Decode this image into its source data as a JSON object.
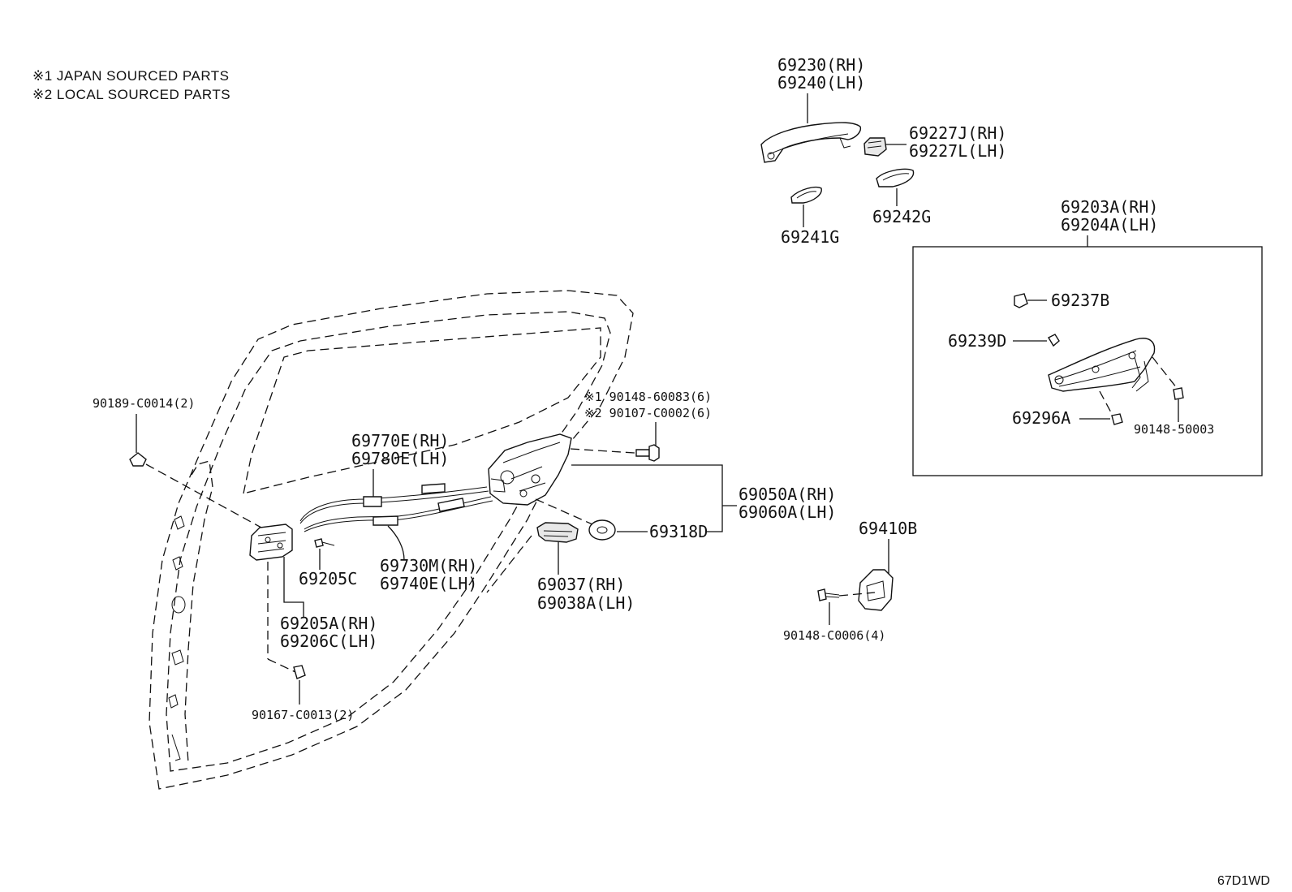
{
  "notes": {
    "note1": "※1 JAPAN SOURCED PARTS",
    "note2": "※2 LOCAL SOURCED PARTS"
  },
  "labels": {
    "p69230": "69230(RH)",
    "p69240": "69240(LH)",
    "p69227J": "69227J(RH)",
    "p69227L": "69227L(LH)",
    "p69241G": "69241G",
    "p69242G": "69242G",
    "p69203A": "69203A(RH)",
    "p69204A": "69204A(LH)",
    "p69237B": "69237B",
    "p69239D": "69239D",
    "p69296A": "69296A",
    "p9014850003": "90148-50003",
    "p90189": "90189-C0014(2)",
    "p9014860083": "※1 90148-60083(6)",
    "p90107": "※2 90107-C0002(6)",
    "p69770E": "69770E(RH)",
    "p69780E": "69780E(LH)",
    "p69050A": "69050A(RH)",
    "p69060A": "69060A(LH)",
    "p69318D": "69318D",
    "p69410B": "69410B",
    "p69730M": "69730M(RH)",
    "p69740E": "69740E(LH)",
    "p69205C": "69205C",
    "p69205A": "69205A(RH)",
    "p69206C": "69206C(LH)",
    "p69037": "69037(RH)",
    "p69038A": "69038A(LH)",
    "p90148C0006": "90148-C0006(4)",
    "p90167": "90167-C0013(2)"
  },
  "diagram_code": "67D1WD"
}
